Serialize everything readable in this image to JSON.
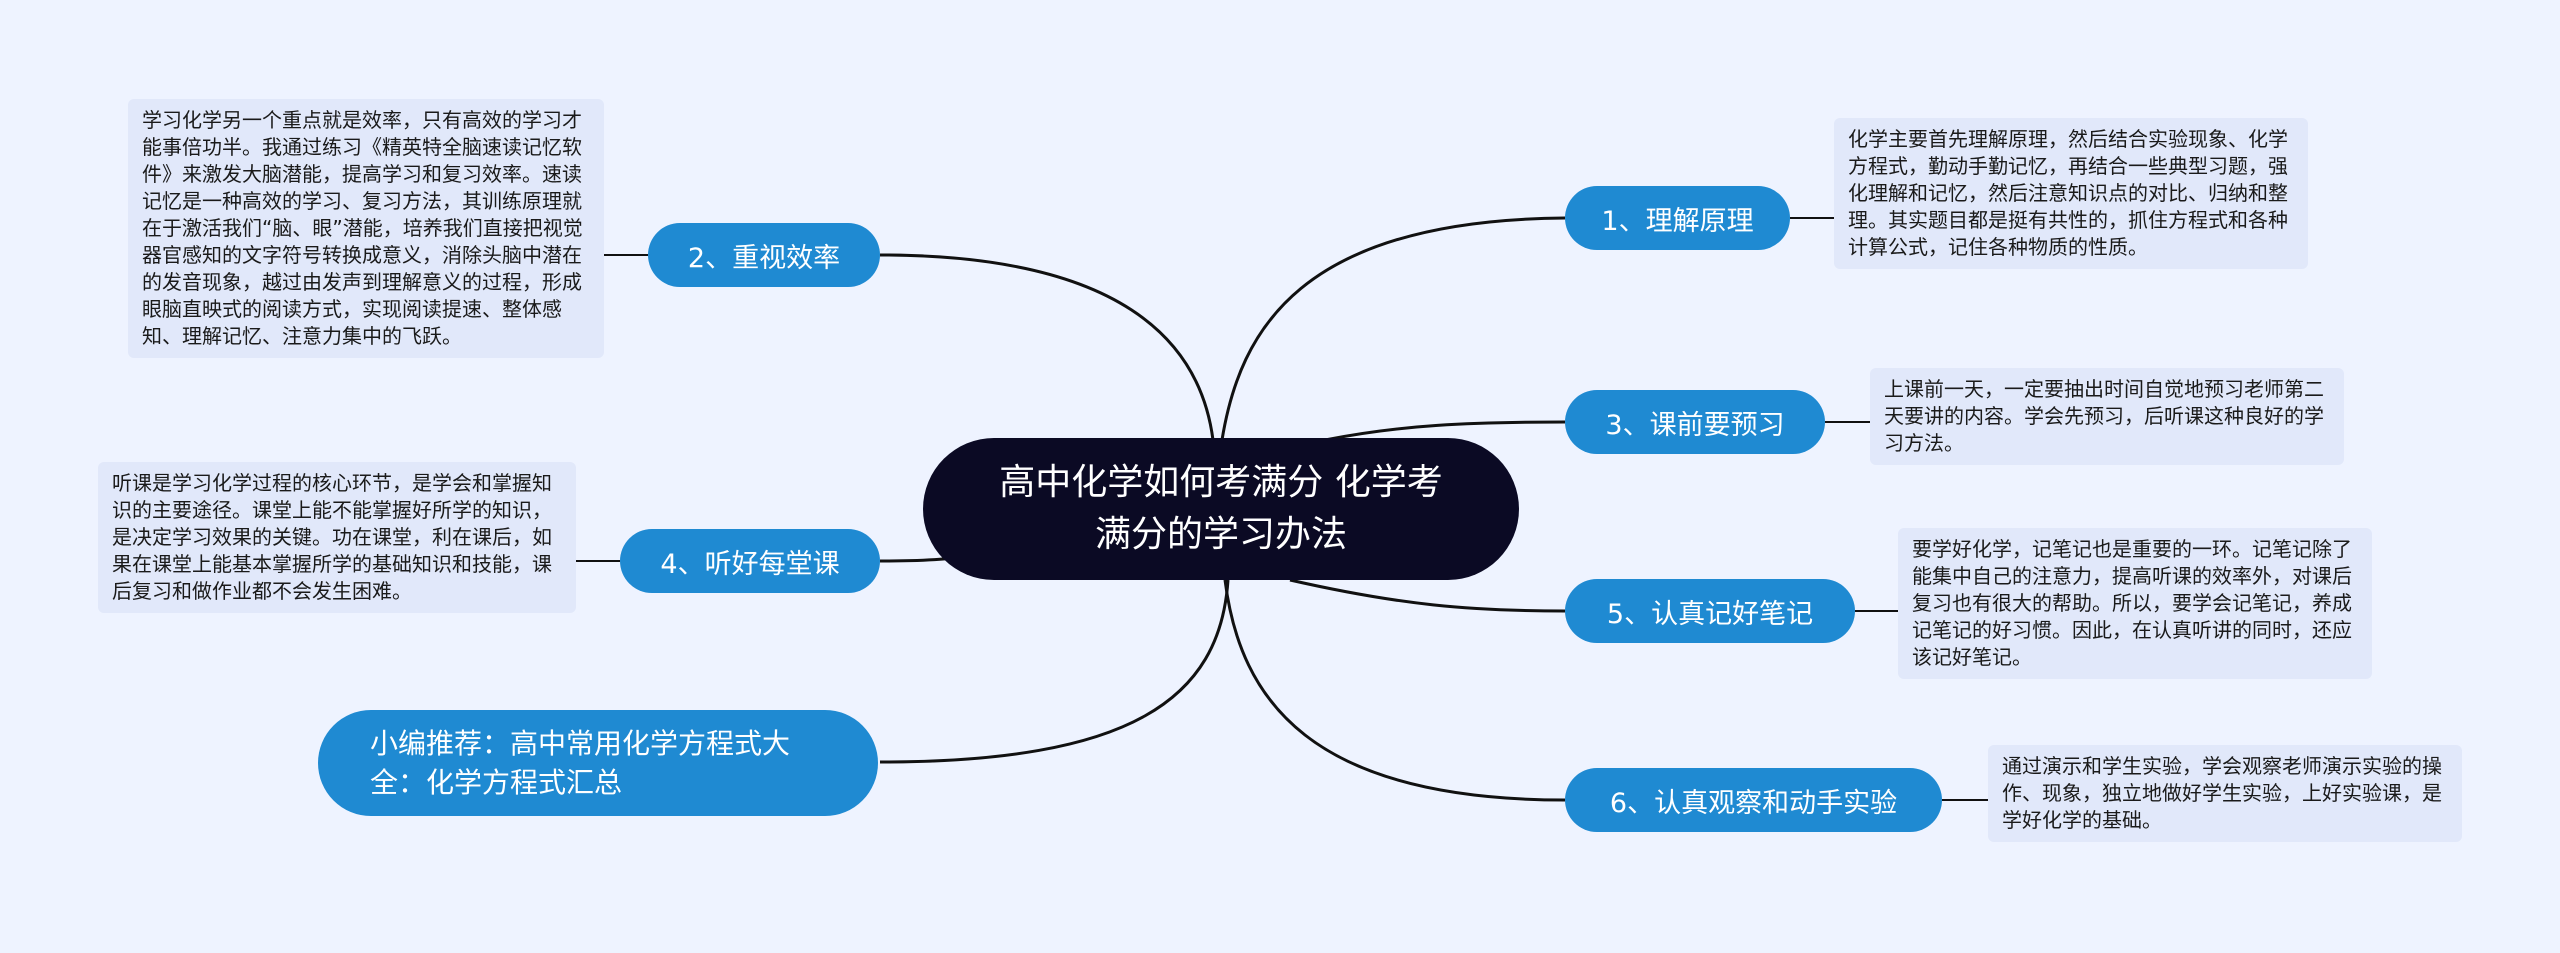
{
  "title": "高中化学如何考满分 化学考满分的学习办法",
  "branches": {
    "b1": {
      "label": "1、理解原理",
      "note": "化学主要首先理解原理，然后结合实验现象、化学方程式，勤动手勤记忆，再结合一些典型习题，强化理解和记忆，然后注意知识点的对比、归纳和整理。其实题目都是挺有共性的，抓住方程式和各种计算公式，记住各种物质的性质。"
    },
    "b2": {
      "label": "2、重视效率",
      "note": "学习化学另一个重点就是效率，只有高效的学习才能事倍功半。我通过练习《精英特全脑速读记忆软件》来激发大脑潜能，提高学习和复习效率。速读记忆是一种高效的学习、复习方法，其训练原理就在于激活我们“脑、眼”潜能，培养我们直接把视觉器官感知的文字符号转换成意义，消除头脑中潜在的发音现象，越过由发声到理解意义的过程，形成眼脑直映式的阅读方式，实现阅读提速、整体感知、理解记忆、注意力集中的飞跃。"
    },
    "b3": {
      "label": "3、课前要预习",
      "note": "上课前一天，一定要抽出时间自觉地预习老师第二天要讲的内容。学会先预习，后听课这种良好的学习方法。"
    },
    "b4": {
      "label": "4、听好每堂课",
      "note": "听课是学习化学过程的核心环节，是学会和掌握知识的主要途径。课堂上能不能掌握好所学的知识，是决定学习效果的关键。功在课堂，利在课后，如果在课堂上能基本掌握所学的基础知识和技能，课后复习和做作业都不会发生困难。"
    },
    "b5": {
      "label": "5、认真记好笔记",
      "note": "要学好化学，记笔记也是重要的一环。记笔记除了能集中自己的注意力，提高听课的效率外，对课后复习也有很大的帮助。所以，要学会记笔记，养成记笔记的好习惯。因此，在认真听讲的同时，还应该记好笔记。"
    },
    "b6": {
      "label": "6、认真观察和动手实验",
      "note": "通过演示和学生实验，学会观察老师演示实验的操作、现象，独立地做好学生实验，上好实验课，是学好化学的基础。"
    }
  },
  "recommend": "小编推荐：高中常用化学方程式大全：化学方程式汇总"
}
